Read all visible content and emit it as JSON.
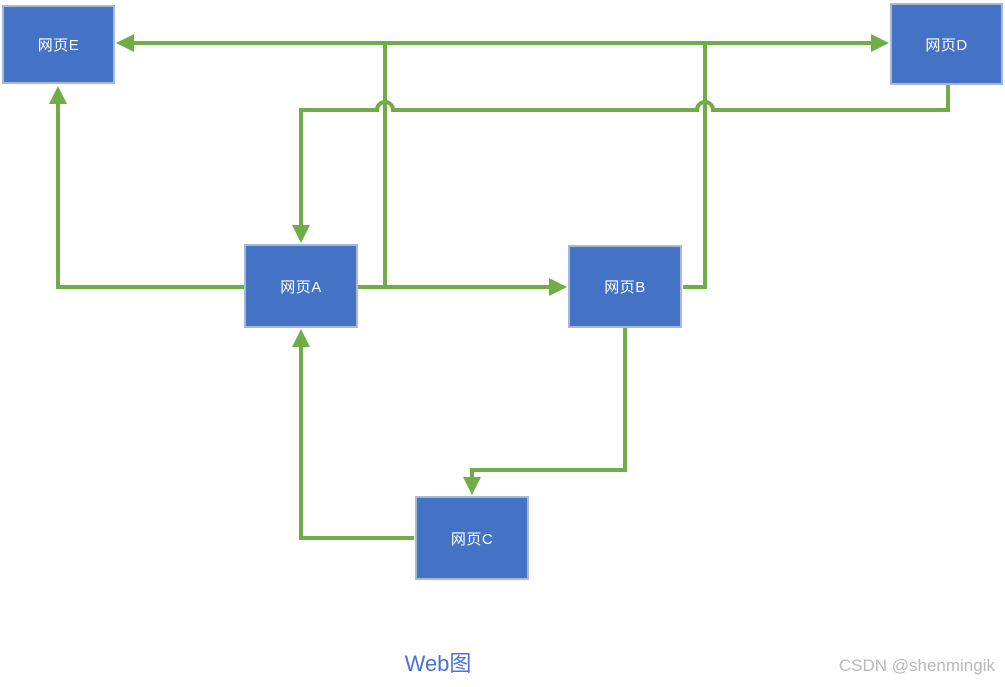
{
  "diagram": {
    "title": "Web图",
    "watermark": "CSDN @shenmingik",
    "nodes": [
      {
        "id": "E",
        "label": "网页E"
      },
      {
        "id": "D",
        "label": "网页D"
      },
      {
        "id": "A",
        "label": "网页A"
      },
      {
        "id": "B",
        "label": "网页B"
      },
      {
        "id": "C",
        "label": "网页C"
      }
    ],
    "edges": [
      {
        "from": "网页A",
        "to": "网页B"
      },
      {
        "from": "网页A",
        "to": "网页E"
      },
      {
        "from": "网页A",
        "to": "网页D"
      },
      {
        "from": "网页B",
        "to": "网页E"
      },
      {
        "from": "网页B",
        "to": "网页C"
      },
      {
        "from": "网页C",
        "to": "网页A"
      },
      {
        "from": "网页D",
        "to": "网页A"
      }
    ],
    "colors": {
      "node_fill": "#4472C4",
      "node_border": "#A9B8D3",
      "node_text": "#FFFFFF",
      "edge": "#70AD47",
      "title_text": "#4A70D6",
      "watermark_text": "#B9B9B9"
    }
  }
}
